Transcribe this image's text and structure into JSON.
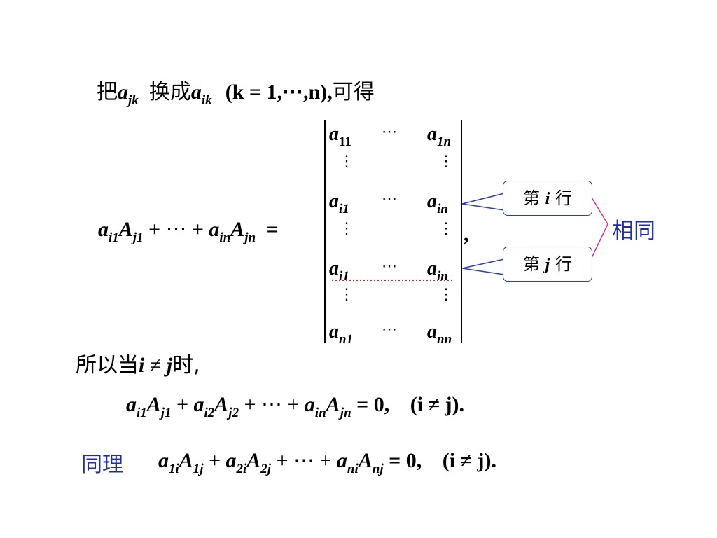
{
  "line1": {
    "ba": "把",
    "a_jk_base": "a",
    "a_jk_sub": "jk",
    "huancheng": "换成",
    "a_ik_base": "a",
    "a_ik_sub": "ik",
    "cond": "(k = 1,⋯,n),",
    "kede": "可得"
  },
  "equation1": {
    "lhs_terms": [
      {
        "base": "a",
        "sub": "i1"
      },
      {
        "base": "A",
        "sub": "j1"
      },
      {
        "op": " + ⋯ + "
      },
      {
        "base": "a",
        "sub": "in"
      },
      {
        "base": "A",
        "sub": "jn"
      }
    ],
    "equals": "=",
    "trailing_comma": ","
  },
  "determinant": {
    "rows": [
      {
        "left_base": "a",
        "left_sub": "11",
        "mid": "⋯",
        "right_base": "a",
        "right_sub": "1n"
      },
      {
        "left_base": "a",
        "left_sub": "i1",
        "mid": "⋯",
        "right_base": "a",
        "right_sub": "in"
      },
      {
        "left_base": "a",
        "left_sub": "i1",
        "mid": "⋯",
        "right_base": "a",
        "right_sub": "in"
      },
      {
        "left_base": "a",
        "left_sub": "n1",
        "mid": "⋯",
        "right_base": "a",
        "right_sub": "nn"
      }
    ],
    "vdots": "⋮"
  },
  "callouts": {
    "row_i": {
      "pre": "第",
      "var": "i",
      "post": "行"
    },
    "row_j": {
      "pre": "第",
      "var": "j",
      "post": "行"
    },
    "same": "相同"
  },
  "line_when": {
    "prefix": "所以当",
    "i": "i",
    "neq": "≠",
    "j": "j",
    "suffix": "时,"
  },
  "equation2": {
    "t1_base": "a",
    "t1_sub": "i1",
    "t2_base": "A",
    "t2_sub": "j1",
    "plus1": " + ",
    "t3_base": "a",
    "t3_sub": "i2",
    "t4_base": "A",
    "t4_sub": "j2",
    "mid": " + ⋯ + ",
    "t5_base": "a",
    "t5_sub": "in",
    "t6_base": "A",
    "t6_sub": "jn",
    "result": " = 0,",
    "cond": "(i ≠ j)."
  },
  "equation3": {
    "label": "同理",
    "t1_base": "a",
    "t1_sub": "1i",
    "t2_base": "A",
    "t2_sub": "1j",
    "plus1": " + ",
    "t3_base": "a",
    "t3_sub": "2i",
    "t4_base": "A",
    "t4_sub": "2j",
    "mid": " + ⋯ + ",
    "t5_base": "a",
    "t5_sub": "ni",
    "t6_base": "A",
    "t6_sub": "nj",
    "result": " = 0,",
    "cond": "(i ≠ j)."
  },
  "colors": {
    "callout_border": "#2a3bb8",
    "bracket": "#e0308a",
    "dotted_line": "#e02020",
    "emphasis_text": "#1f2fa0"
  }
}
